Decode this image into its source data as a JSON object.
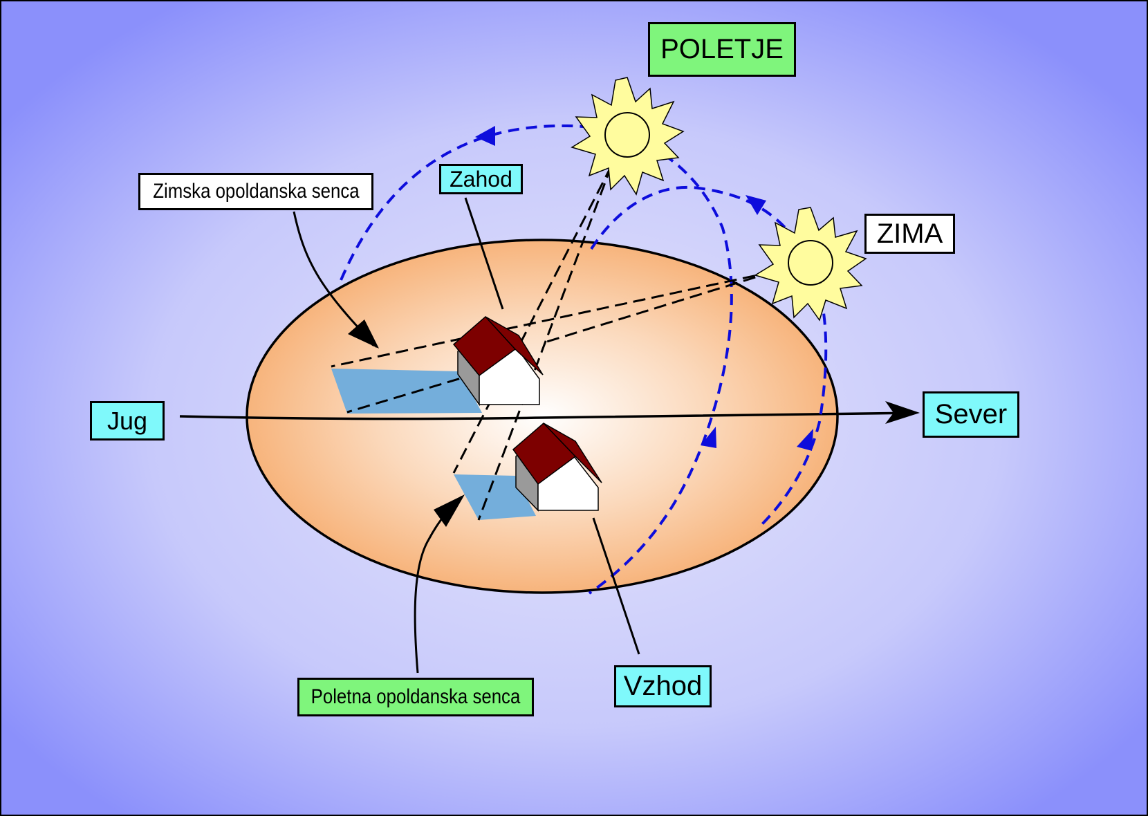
{
  "labels": {
    "poletje": "POLETJE",
    "zima": "ZIMA",
    "zahod": "Zahod",
    "vzhod": "Vzhod",
    "jug": "Jug",
    "sever": "Sever",
    "zimska_senca": "Zimska opoldanska senca",
    "poletna_senca": "Poletna opoldanska senca"
  },
  "colors": {
    "background_center": "#e4e4fb",
    "background_edge": "#8b90fb",
    "ground_center": "#ffffff",
    "ground_edge": "#f7b47c",
    "path_line": "#0d0ddc",
    "shadow": "#74aedb",
    "roof": "#7d0000",
    "sun_body": "#fffc9e",
    "label_cyan": "#7ff9fb",
    "label_green": "#7ff57c",
    "label_white": "#ffffff"
  }
}
